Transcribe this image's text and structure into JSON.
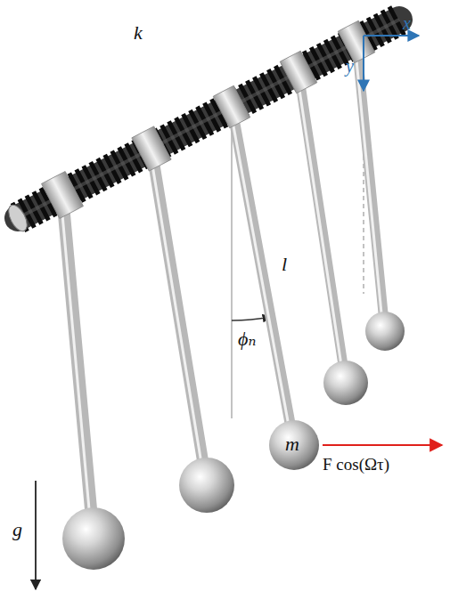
{
  "diagram": {
    "labels": [
      "k",
      "l",
      "ϕₙ",
      "m",
      "F cos(Ωτ)",
      "g",
      "x",
      "y"
    ]
  }
}
